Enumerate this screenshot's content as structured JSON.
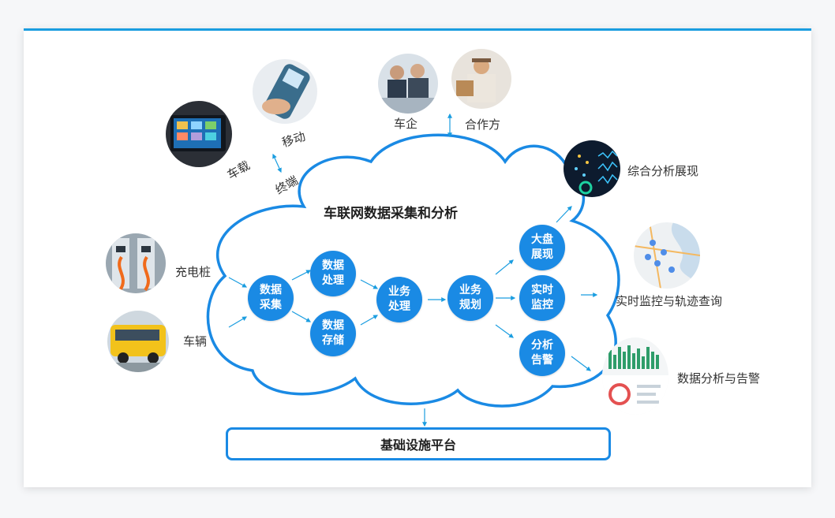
{
  "diagram": {
    "title": "车联网数据采集和分析",
    "platform": "基础设施平台",
    "inputs": {
      "charger": "充电桩",
      "vehicle": "车辆"
    },
    "terminals": {
      "onboard": "车载",
      "mobile": "移动",
      "terminal": "终端"
    },
    "parties": {
      "enterprise": "车企",
      "partner": "合作方"
    },
    "nodes": {
      "collect": [
        "数据",
        "采集"
      ],
      "process": [
        "数据",
        "处理"
      ],
      "store": [
        "数据",
        "存储"
      ],
      "biz_process": [
        "业务",
        "处理"
      ],
      "biz_plan": [
        "业务",
        "规划"
      ],
      "dashboard": [
        "大盘",
        "展现"
      ],
      "realtime": [
        "实时",
        "监控"
      ],
      "alert": [
        "分析",
        "告警"
      ]
    },
    "outputs": {
      "overview": "综合分析展现",
      "track": "实时监控与轨迹查询",
      "analysis": "数据分析与告警"
    }
  },
  "colors": {
    "accent": "#1a8ae4",
    "line": "#1a9de0"
  }
}
